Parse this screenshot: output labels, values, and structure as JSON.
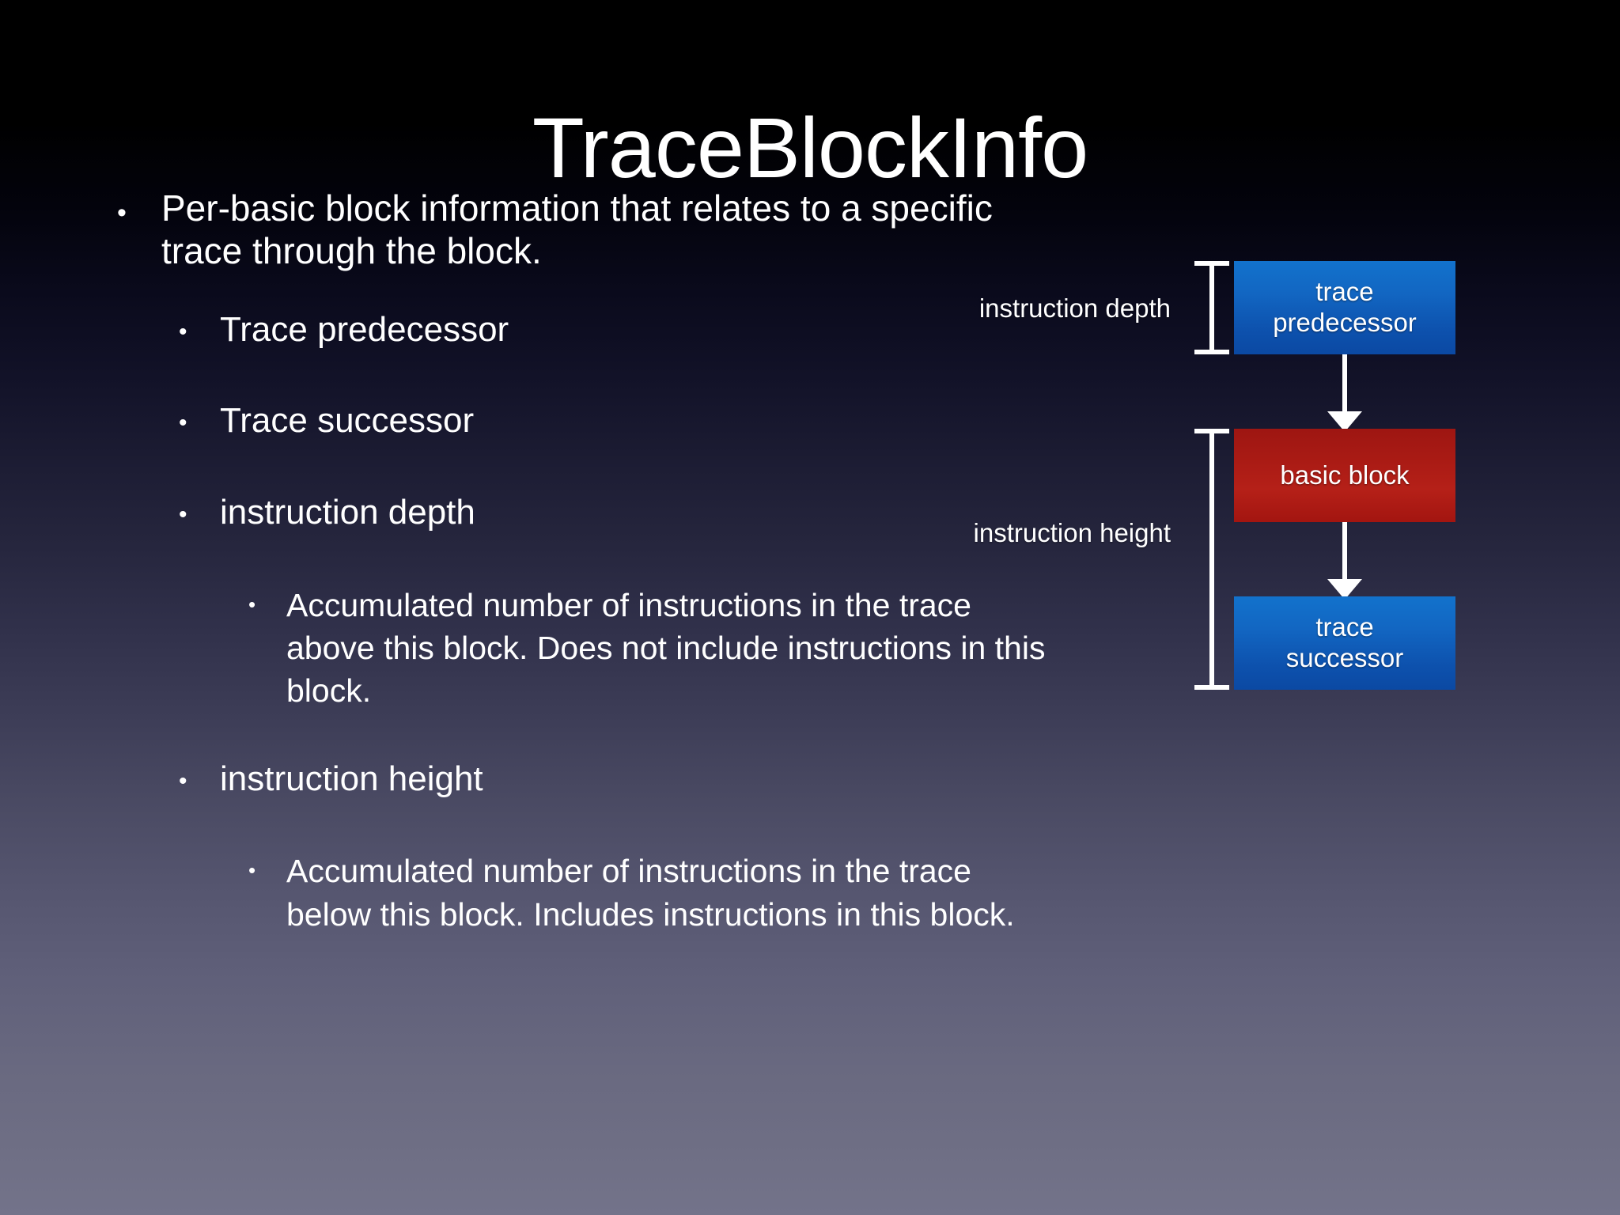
{
  "slide": {
    "title": "TraceBlockInfo",
    "background": {
      "top_color": "#000000",
      "bottom_color": "#73738a"
    }
  },
  "bullets": [
    {
      "level": 1,
      "marker": "•",
      "text": "Per-basic block information that relates to a specific trace through the block."
    },
    {
      "level": 2,
      "marker": "•",
      "text": "Trace predecessor"
    },
    {
      "level": 2,
      "marker": "•",
      "text": "Trace successor"
    },
    {
      "level": 2,
      "marker": "•",
      "text": "instruction depth"
    },
    {
      "level": 3,
      "marker": "•",
      "text": "Accumulated number of instructions in the trace above this block. Does not include instructions in this block."
    },
    {
      "level": 2,
      "marker": "•",
      "text": "instruction height"
    },
    {
      "level": 3,
      "marker": "•",
      "text": "Accumulated number of instructions in the trace below this block. Includes instructions in this block."
    }
  ],
  "diagram": {
    "nodes": [
      {
        "id": "trace-predecessor",
        "label": "trace\npredecessor",
        "line1": "trace",
        "line2": "predecessor",
        "color": "#0d51ad"
      },
      {
        "id": "basic-block",
        "label": "basic block",
        "line1": "basic block",
        "line2": "",
        "color": "#a81a14"
      },
      {
        "id": "trace-successor",
        "label": "trace\nsuccessor",
        "line1": "trace",
        "line2": "successor",
        "color": "#0d51ad"
      }
    ],
    "edges": [
      {
        "from": "trace-predecessor",
        "to": "basic-block",
        "style": "arrow"
      },
      {
        "from": "basic-block",
        "to": "trace-successor",
        "style": "arrow"
      }
    ],
    "measures": [
      {
        "id": "instruction-depth",
        "label": "instruction depth",
        "spans": [
          "trace-predecessor"
        ]
      },
      {
        "id": "instruction-height",
        "label": "instruction height",
        "spans": [
          "basic-block",
          "trace-successor"
        ]
      }
    ]
  }
}
